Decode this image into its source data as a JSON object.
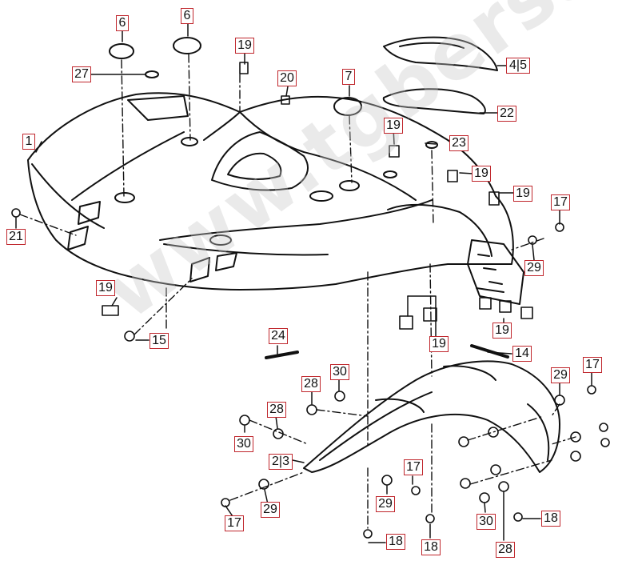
{
  "watermark": "www.tgbersatzteile.de",
  "accent_color": "#c0272d",
  "callouts": {
    "c1": "1",
    "c2_3": "2|3",
    "c4_5": "4|5",
    "c6a": "6",
    "c6b": "6",
    "c7": "7",
    "c14": "14",
    "c15": "15",
    "c17a": "17",
    "c17b": "17",
    "c17c": "17",
    "c17d": "17",
    "c18a": "18",
    "c18b": "18",
    "c18c": "18",
    "c19a": "19",
    "c19b": "19",
    "c19c": "19",
    "c19d": "19",
    "c19e": "19",
    "c19f": "19",
    "c19g": "19",
    "c20": "20",
    "c21": "21",
    "c22": "22",
    "c23": "23",
    "c24": "24",
    "c27": "27",
    "c28a": "28",
    "c28b": "28",
    "c28c": "28",
    "c29a": "29",
    "c29b": "29",
    "c29c": "29",
    "c29d": "29",
    "c30a": "30",
    "c30b": "30",
    "c30c": "30"
  }
}
